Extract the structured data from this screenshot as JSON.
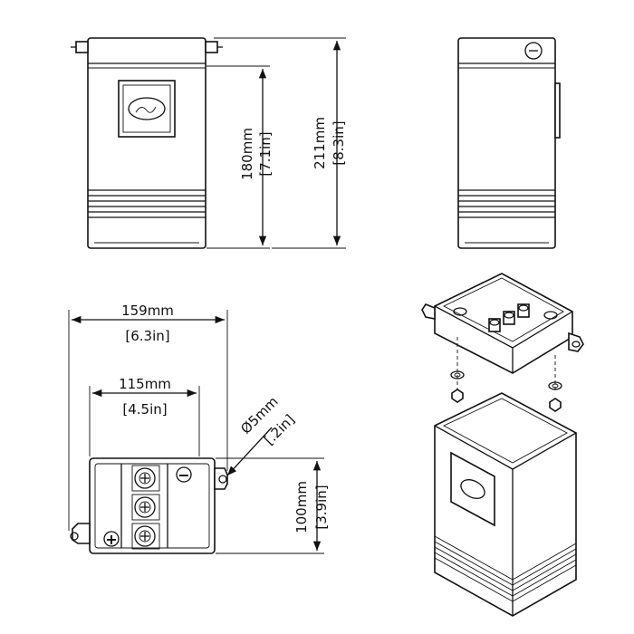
{
  "dimensions": {
    "overall_height": {
      "metric": "211mm",
      "imperial": "[8.3in]"
    },
    "body_height": {
      "metric": "180mm",
      "imperial": "[7.1in]"
    },
    "overall_width": {
      "metric": "159mm",
      "imperial": "[6.3in]"
    },
    "mount_spacing": {
      "metric": "115mm",
      "imperial": "[4.5in]"
    },
    "depth": {
      "metric": "100mm",
      "imperial": "[3.9in]"
    },
    "hole_diameter": {
      "metric": "Ø5mm",
      "imperial": "[.2in]"
    }
  },
  "symbols": {
    "plus": "+",
    "minus": "−"
  }
}
